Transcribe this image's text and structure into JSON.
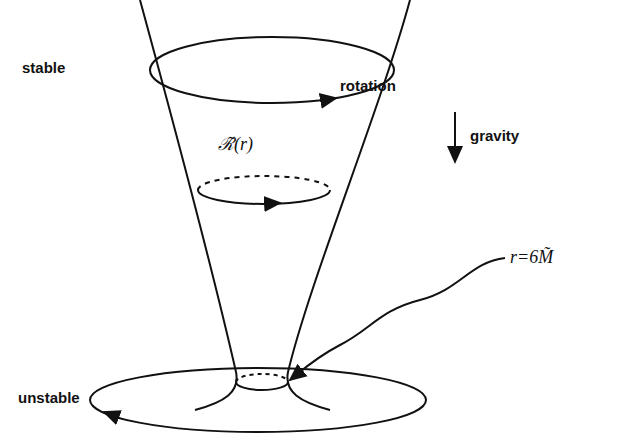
{
  "diagram": {
    "labels": [
      "stable",
      "rotation",
      "ℛ̃(r)",
      "gravity",
      "r=6M̃",
      "unstable"
    ]
  }
}
